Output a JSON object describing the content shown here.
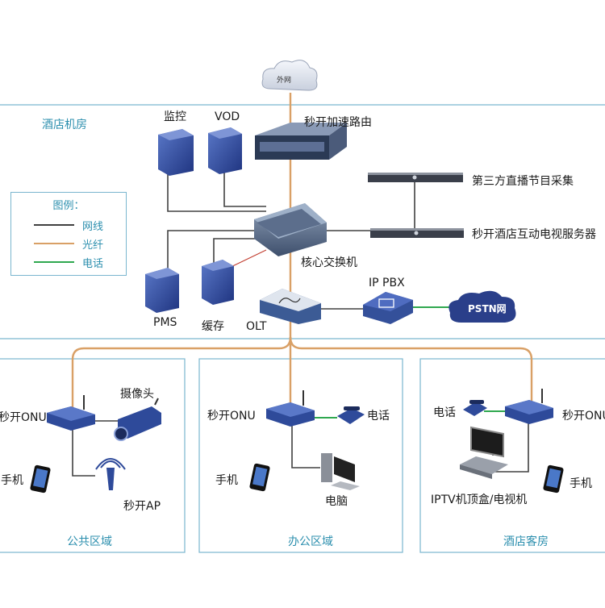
{
  "colors": {
    "network": "#404040",
    "fiber": "#d9a066",
    "phone": "#2fa84f",
    "zone_border": "#7ab6cf",
    "zone_text": "#2c8fae",
    "device_blue": "#2e4a9a"
  },
  "cloud_internet": "外网",
  "cloud_pstn": "PSTN网",
  "zones": {
    "machine_room": "酒店机房",
    "public_area": "公共区域",
    "office_area": "办公区域",
    "guest_room": "酒店客房"
  },
  "legend": {
    "title": "图例：",
    "network": "网线",
    "fiber": "光纤",
    "phone": "电话"
  },
  "devices": {
    "monitor": "监控",
    "vod": "VOD",
    "router": "秒开加速路由",
    "live_capture": "第三方直播节目采集",
    "tv_server": "秒开酒店互动电视服务器",
    "core_switch": "核心交换机",
    "pms": "PMS",
    "cache": "缓存",
    "olt": "OLT",
    "ip_pbx": "IP PBX",
    "onu_public": "秒开ONU",
    "camera": "摄像头",
    "phone_public": "手机",
    "ap": "秒开AP",
    "onu_office": "秒开ONU",
    "telephone_office": "电话",
    "phone_office": "手机",
    "pc": "电脑",
    "telephone_room": "电话",
    "onu_room": "秒开ONU",
    "phone_room": "手机",
    "iptv": "IPTV机顶盒/电视机"
  }
}
